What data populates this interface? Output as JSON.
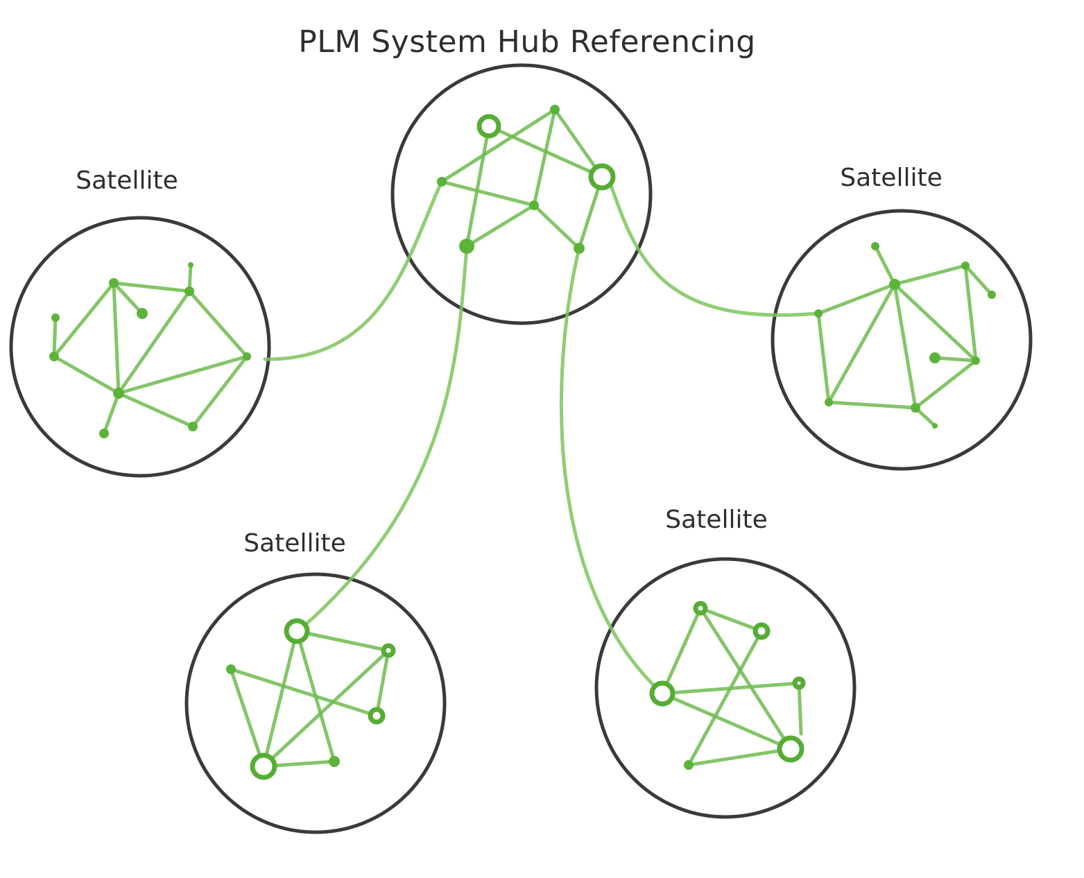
{
  "title": "PLM System Hub Referencing",
  "colors": {
    "ring": "#3a3a3a",
    "edge": "#6dbb4e",
    "node": "#5cb33a",
    "text": "#2e2e2e"
  },
  "hub": {
    "id": "hub"
  },
  "satellites": [
    {
      "id": "satellite-left",
      "label": "Satellite"
    },
    {
      "id": "satellite-right",
      "label": "Satellite"
    },
    {
      "id": "satellite-bottom-left",
      "label": "Satellite"
    },
    {
      "id": "satellite-bottom-right",
      "label": "Satellite"
    }
  ]
}
